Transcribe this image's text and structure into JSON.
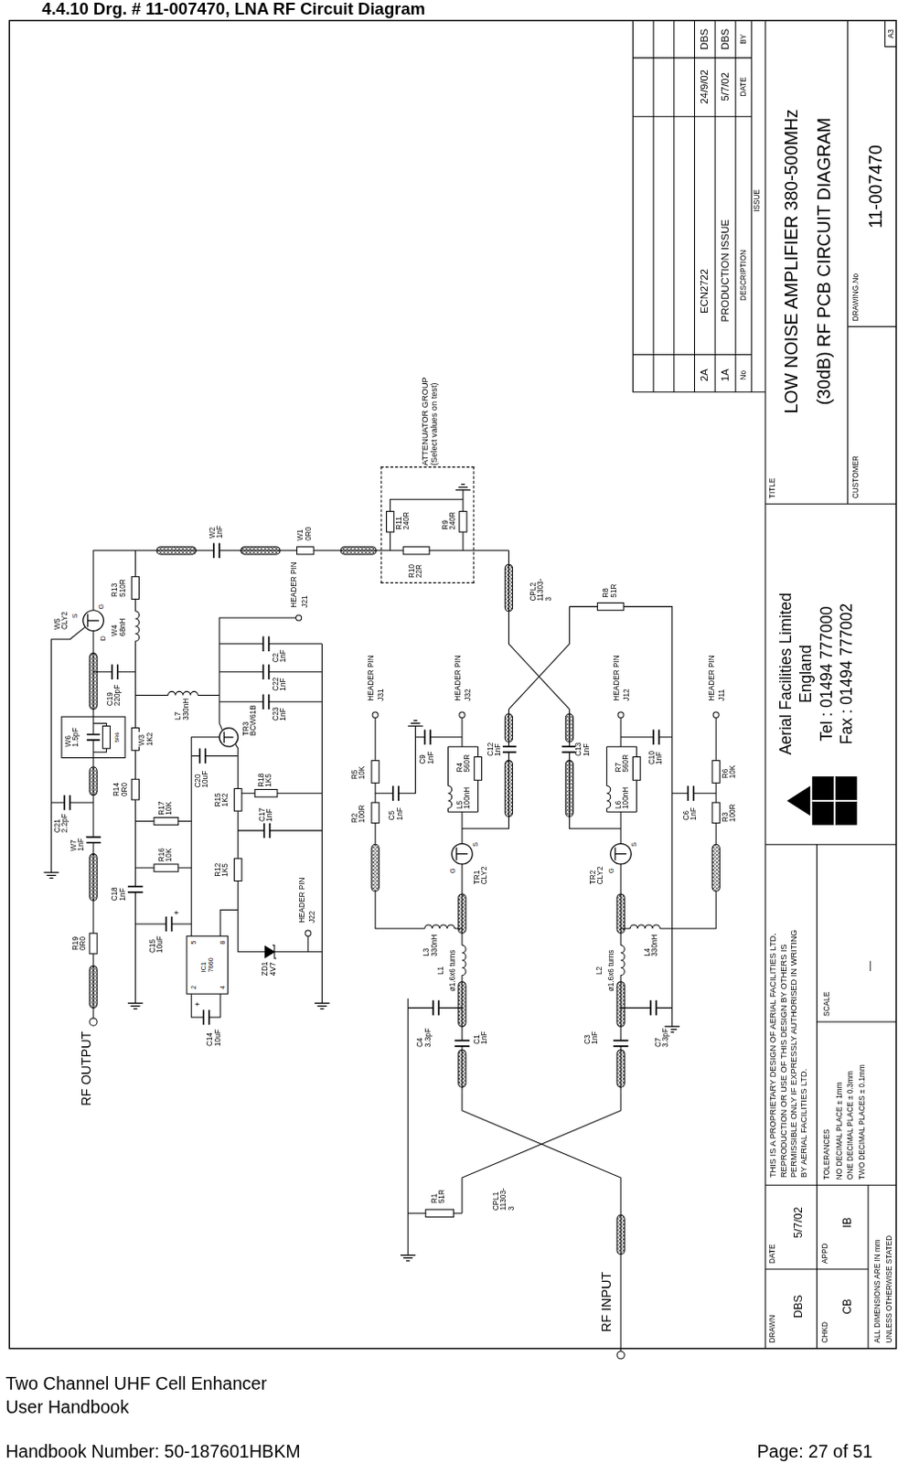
{
  "diagram": {
    "title": "4.4.10 Drg. # 11-007470, LNA RF Circuit Diagram",
    "nodes": [
      {
        "text": [
          "ATTENUATOR GROUP (Select values on test)"
        ]
      }
    ],
    "labels": [
      "Two Channel UHF Cell Enhancer",
      "User Handbook",
      "Handbook Number: 50-187601HBKM",
      "Page: 27 of 51",
      "2A",
      "ECN2722",
      "24/9/02",
      "DBS",
      "1A",
      "PRODUCTION ISSUE",
      "5/7/02",
      "DBS",
      "No",
      "DESCRIPTION",
      "DATE",
      "BY",
      "ISSUE",
      "TITLE",
      "LOW NOISE AMPLIFIER 380-500MHz",
      "(30dB) RF PCB CIRCUIT DIAGRAM",
      "CUSTOMER",
      "DRAWING.No",
      "11-007470",
      "A3",
      "Aerial Facilities Limited",
      "England",
      "Tel : 01494 777000",
      "Fax : 01494 777002",
      "THIS IS A PROPRIETARY DESIGN OF AERIAL FACILITIES LTD.",
      "REPRODUCTION OR USE OF THIS DESIGN BY OTHERS IS",
      "PERMISSIBLE ONLY IF EXPRESSLY AUTHORISED IN WRITING",
      "BY AERIAL FACILITIES LTD.",
      "TOLERANCES",
      "NO DECIMAL PLACE ± 1mm",
      "ONE DECIMAL PLACE ± 0.3mm",
      "TWO DECIMAL PLACES ± 0.1mm",
      "SCALE",
      "—",
      "DRAWN",
      "DBS",
      "DATE",
      "5/7/02",
      "CHKD",
      "CB",
      "APPD",
      "IB",
      "ALL DIMENSIONS ARE IN mm",
      "UNLESS OTHERWISE STATED",
      "W2 1nF",
      "W1 0R0",
      "R13 510R",
      "HEADER PIN",
      "J21",
      "R11 240R",
      "R10 22R",
      "R9 240R",
      "W5 CLY2",
      "G",
      "S",
      "D",
      "W4 68nH",
      "C19 220pF",
      "L7 330nH",
      "C2 1nF",
      "C22 1nF",
      "C23 1nF",
      "W6 1.5pF",
      "5R6",
      "W3 1K2",
      "TR3 BCW61B",
      "C20 10uF",
      "R18 1K5",
      "R14 0R0",
      "R15 1K2",
      "C21 2.2pF",
      "R17 10K",
      "C17 1nF",
      "W7 1nF",
      "R16 10K",
      "R12 1K5",
      "HEADER PIN",
      "J22",
      "C18 1nF",
      "ZD1 4V7",
      "C15 10uF",
      "+",
      "IC1 7660",
      "2",
      "5",
      "4",
      "8",
      "R19 0R0",
      "C14 10uF",
      "+",
      "RF OUTPUT",
      "HEADER PIN",
      "J31",
      "HEADER PIN",
      "J32",
      "HEADER PIN",
      "J12",
      "HEADER PIN",
      "J11",
      "R5 10K",
      "R2 100R",
      "C5 1nF",
      "C9 1nF",
      "R4 560R",
      "L5 100nH",
      "C12 1nF",
      "C13 1nF",
      "R7 560R",
      "L6 100nH",
      "C10 1nF",
      "C6 1nF",
      "R6 10K",
      "R3 100R",
      "CPL2 11303-3",
      "R8 51R",
      "TR1 CLY2",
      "TR2 CLY2",
      "G",
      "S",
      "G",
      "S",
      "L3 330nH",
      "L4 330nH",
      "L1",
      "ø1.6x6 turns",
      "L2",
      "ø1.6x6 turns",
      "C4 3.3pF",
      "C1 1nF",
      "C3 1nF",
      "C7 3.3pF",
      "CPL1 11303-3",
      "R1 51R",
      "RF INPUT"
    ]
  }
}
